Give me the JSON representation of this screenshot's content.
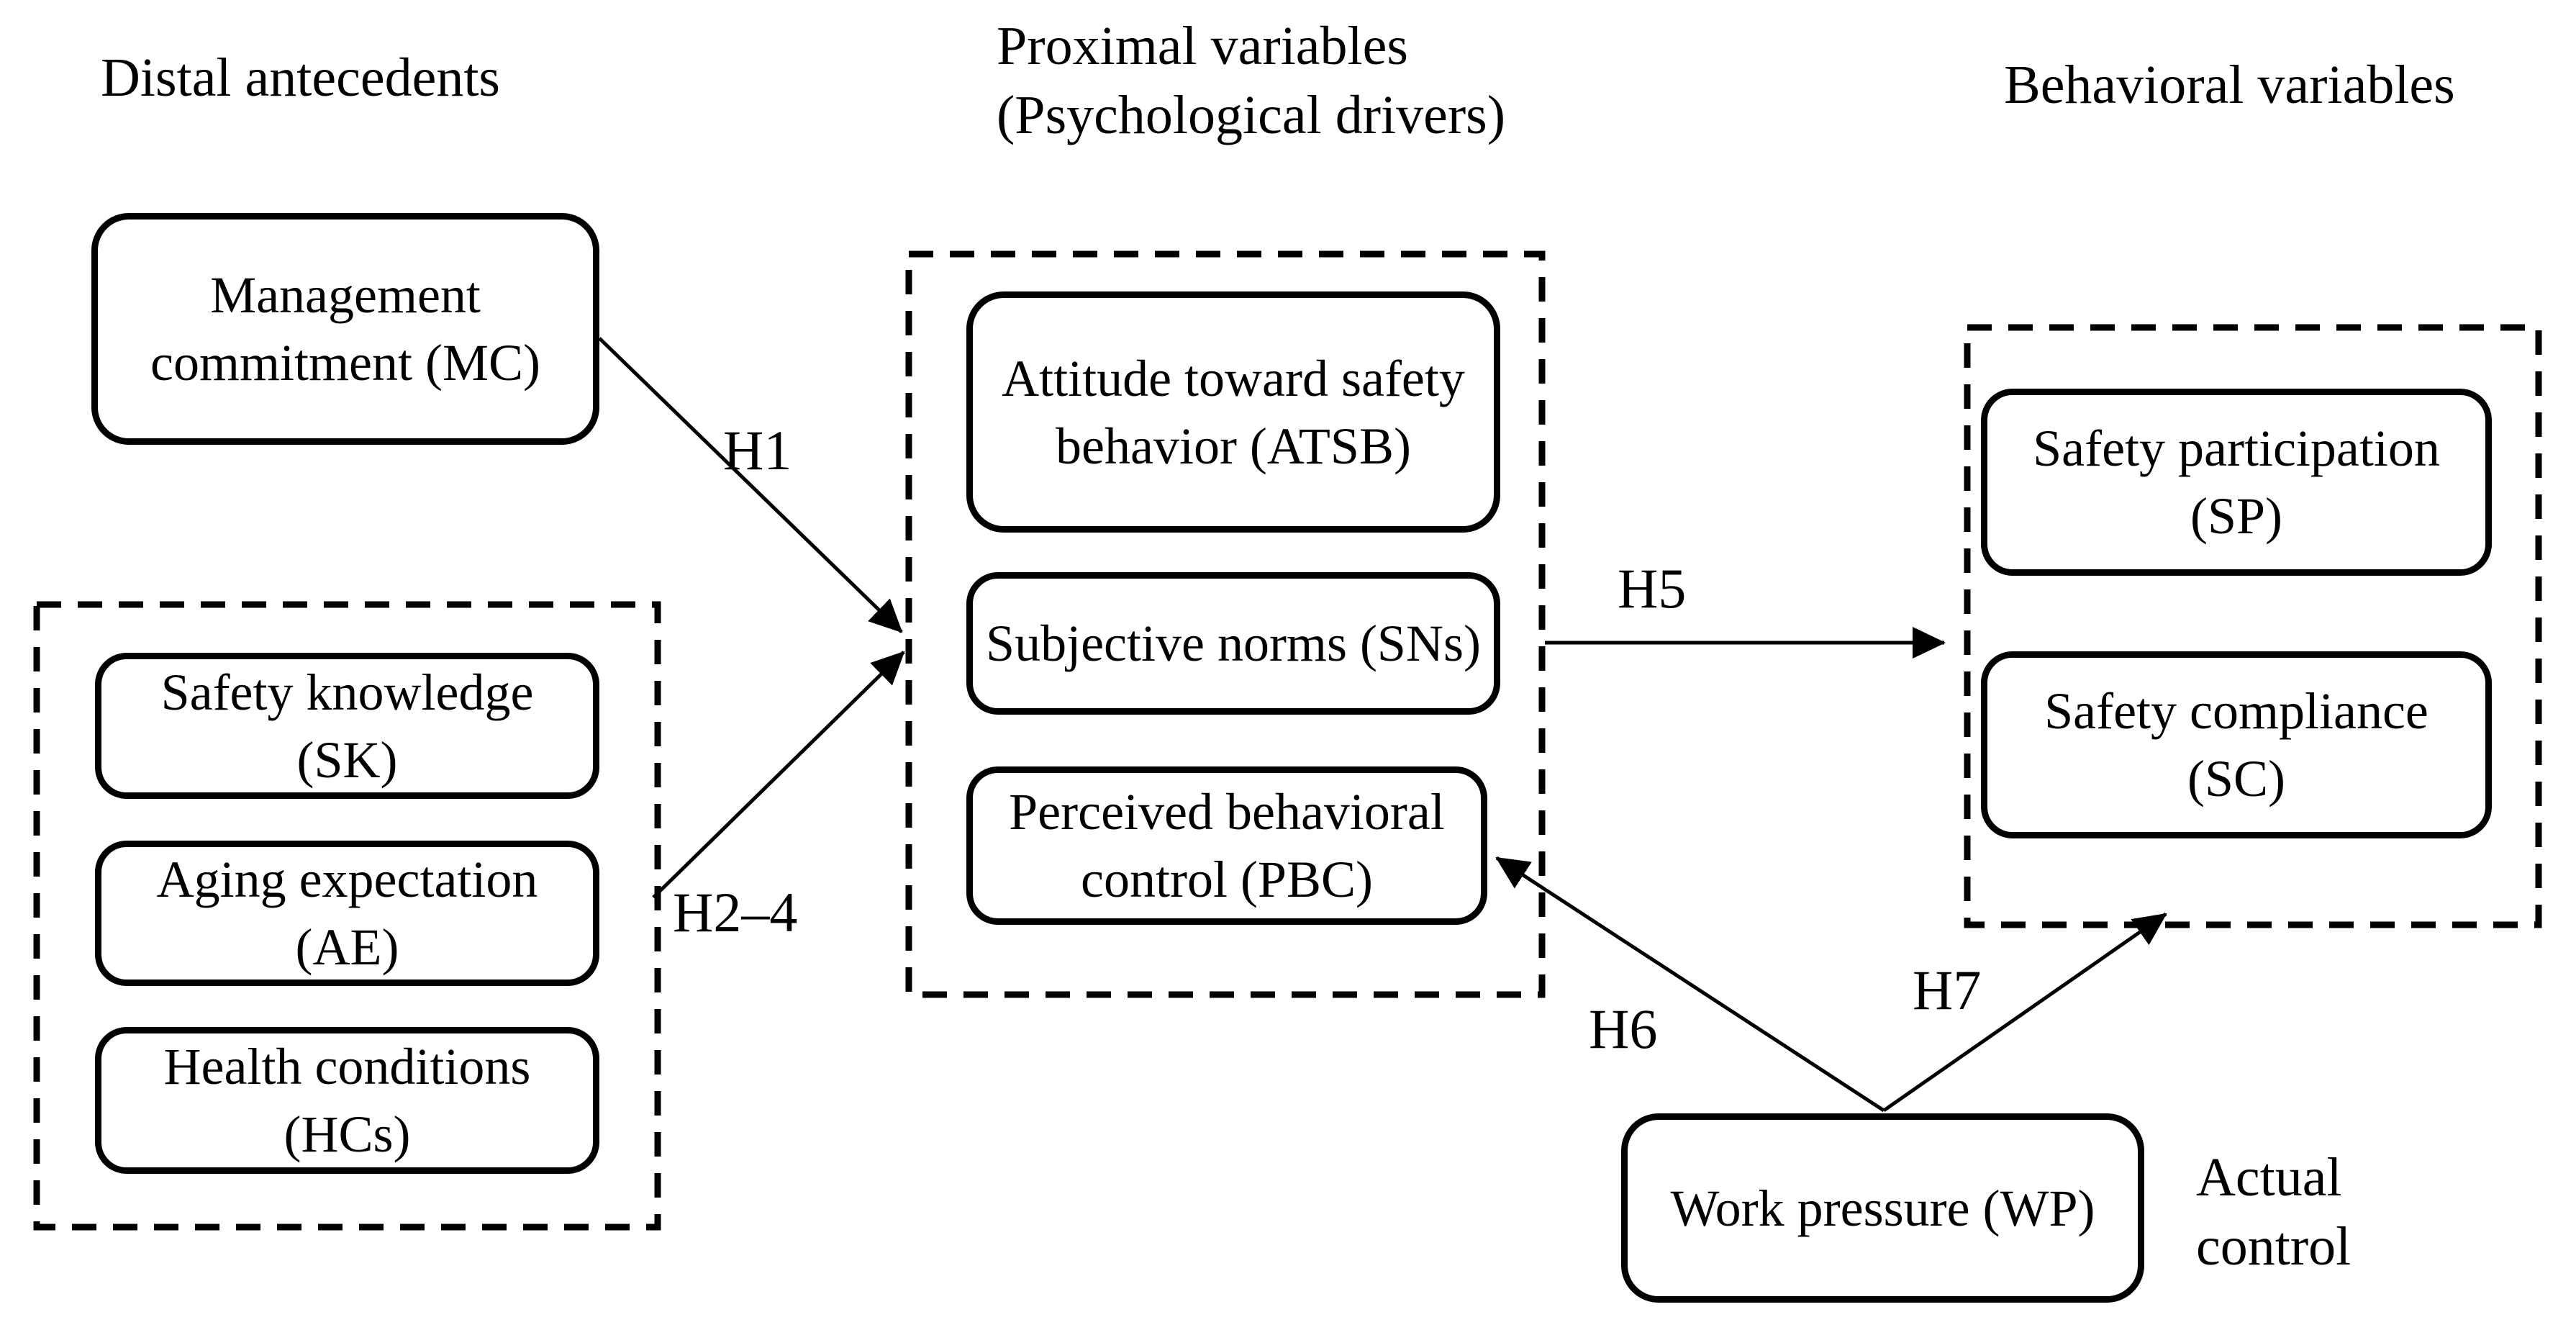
{
  "figure": {
    "type": "conceptual-model-diagram",
    "background_color": "#ffffff",
    "ink_color": "#000000"
  },
  "region_titles": {
    "distal": "Distal antecedents",
    "proximal": "Proximal variables\n(Psychological drivers)",
    "behavioral": "Behavioral variables"
  },
  "regions": {
    "distal_group_members": [
      "sk",
      "ae",
      "hcs"
    ],
    "proximal_group_members": [
      "atsb",
      "sns",
      "pbc"
    ],
    "behavioral_group_members": [
      "sp",
      "sc"
    ]
  },
  "constructs": {
    "mc": "Management commitment (MC)",
    "sk": "Safety knowledge (SK)",
    "ae": "Aging expectation (AE)",
    "hcs": "Health conditions (HCs)",
    "atsb": "Attitude toward safety behavior (ATSB)",
    "sns": "Subjective norms (SNs)",
    "pbc": "Perceived behavioral control (PBC)",
    "sp": "Safety participation (SP)",
    "sc": "Safety compliance (SC)",
    "wp": "Work pressure (WP)"
  },
  "annotations": {
    "actual_control": "Actual\ncontrol"
  },
  "arrows": [
    {
      "id": "h1",
      "label": "H1",
      "from": "mc",
      "to": "proximal-group"
    },
    {
      "id": "h2_4",
      "label": "H2–4",
      "from": "distal-group",
      "to": "proximal-group"
    },
    {
      "id": "h5",
      "label": "H5",
      "from": "proximal-group",
      "to": "behavioral-group"
    },
    {
      "id": "h6",
      "label": "H6",
      "from": "wp",
      "to": "pbc"
    },
    {
      "id": "h7",
      "label": "H7",
      "from": "wp",
      "to": "behavioral-group"
    }
  ]
}
